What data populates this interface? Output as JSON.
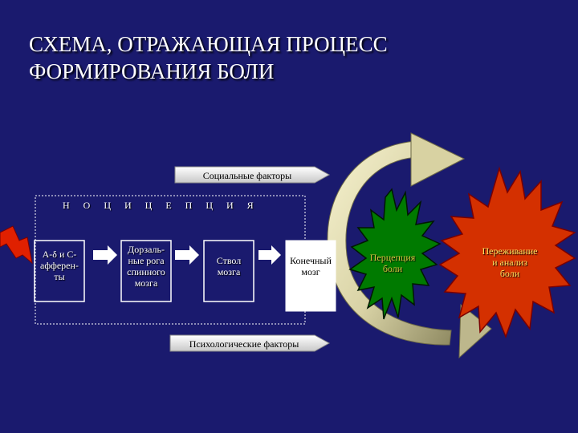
{
  "title": "СХЕМА, ОТРАЖАЮЩАЯ ПРОЦЕСС\nФОРМИРОВАНИЯ БОЛИ",
  "nociception_label": "НОЦИЦЕПЦИЯ",
  "social_factors": "Социальные факторы",
  "psychological_factors": "Психологические факторы",
  "boxes": [
    {
      "text": "А-δ и С-\nафферен-\nты"
    },
    {
      "text": "Дорзаль-\nные рога\nспинного\nмозга"
    },
    {
      "text": "Ствол\nмозга"
    },
    {
      "text": "Конечный\nмозг"
    }
  ],
  "perception": "Перцепция\nболи",
  "experience": "Переживание\nи анализ\nболи",
  "colors": {
    "background": "#1a1a6e",
    "perception_fill": "#007a00",
    "experience_fill": "#d43000",
    "arrow_fill": "#f2f2f2",
    "arc_light": "#f6f2cf",
    "arc_dark": "#8f8a62",
    "lightning": "#e02000"
  }
}
